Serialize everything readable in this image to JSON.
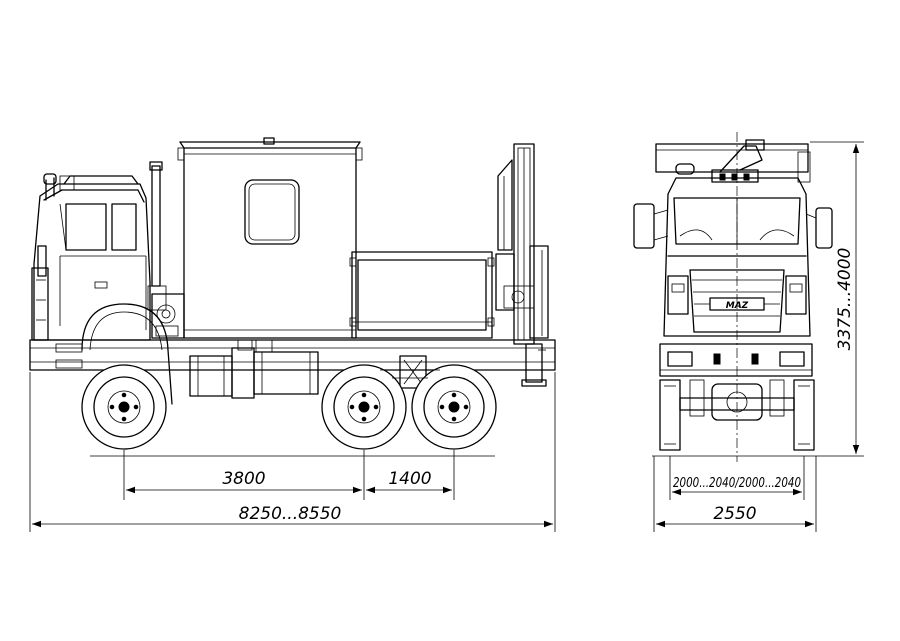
{
  "dimensions": {
    "wheelbase_front": "3800",
    "wheelbase_rear": "1400",
    "overall_length": "8250...8550",
    "track_width": "2000...2040/2000...2040",
    "overall_width": "2550",
    "overall_height": "3375...4000"
  },
  "front_view": {
    "grille_logo": "MAZ"
  }
}
